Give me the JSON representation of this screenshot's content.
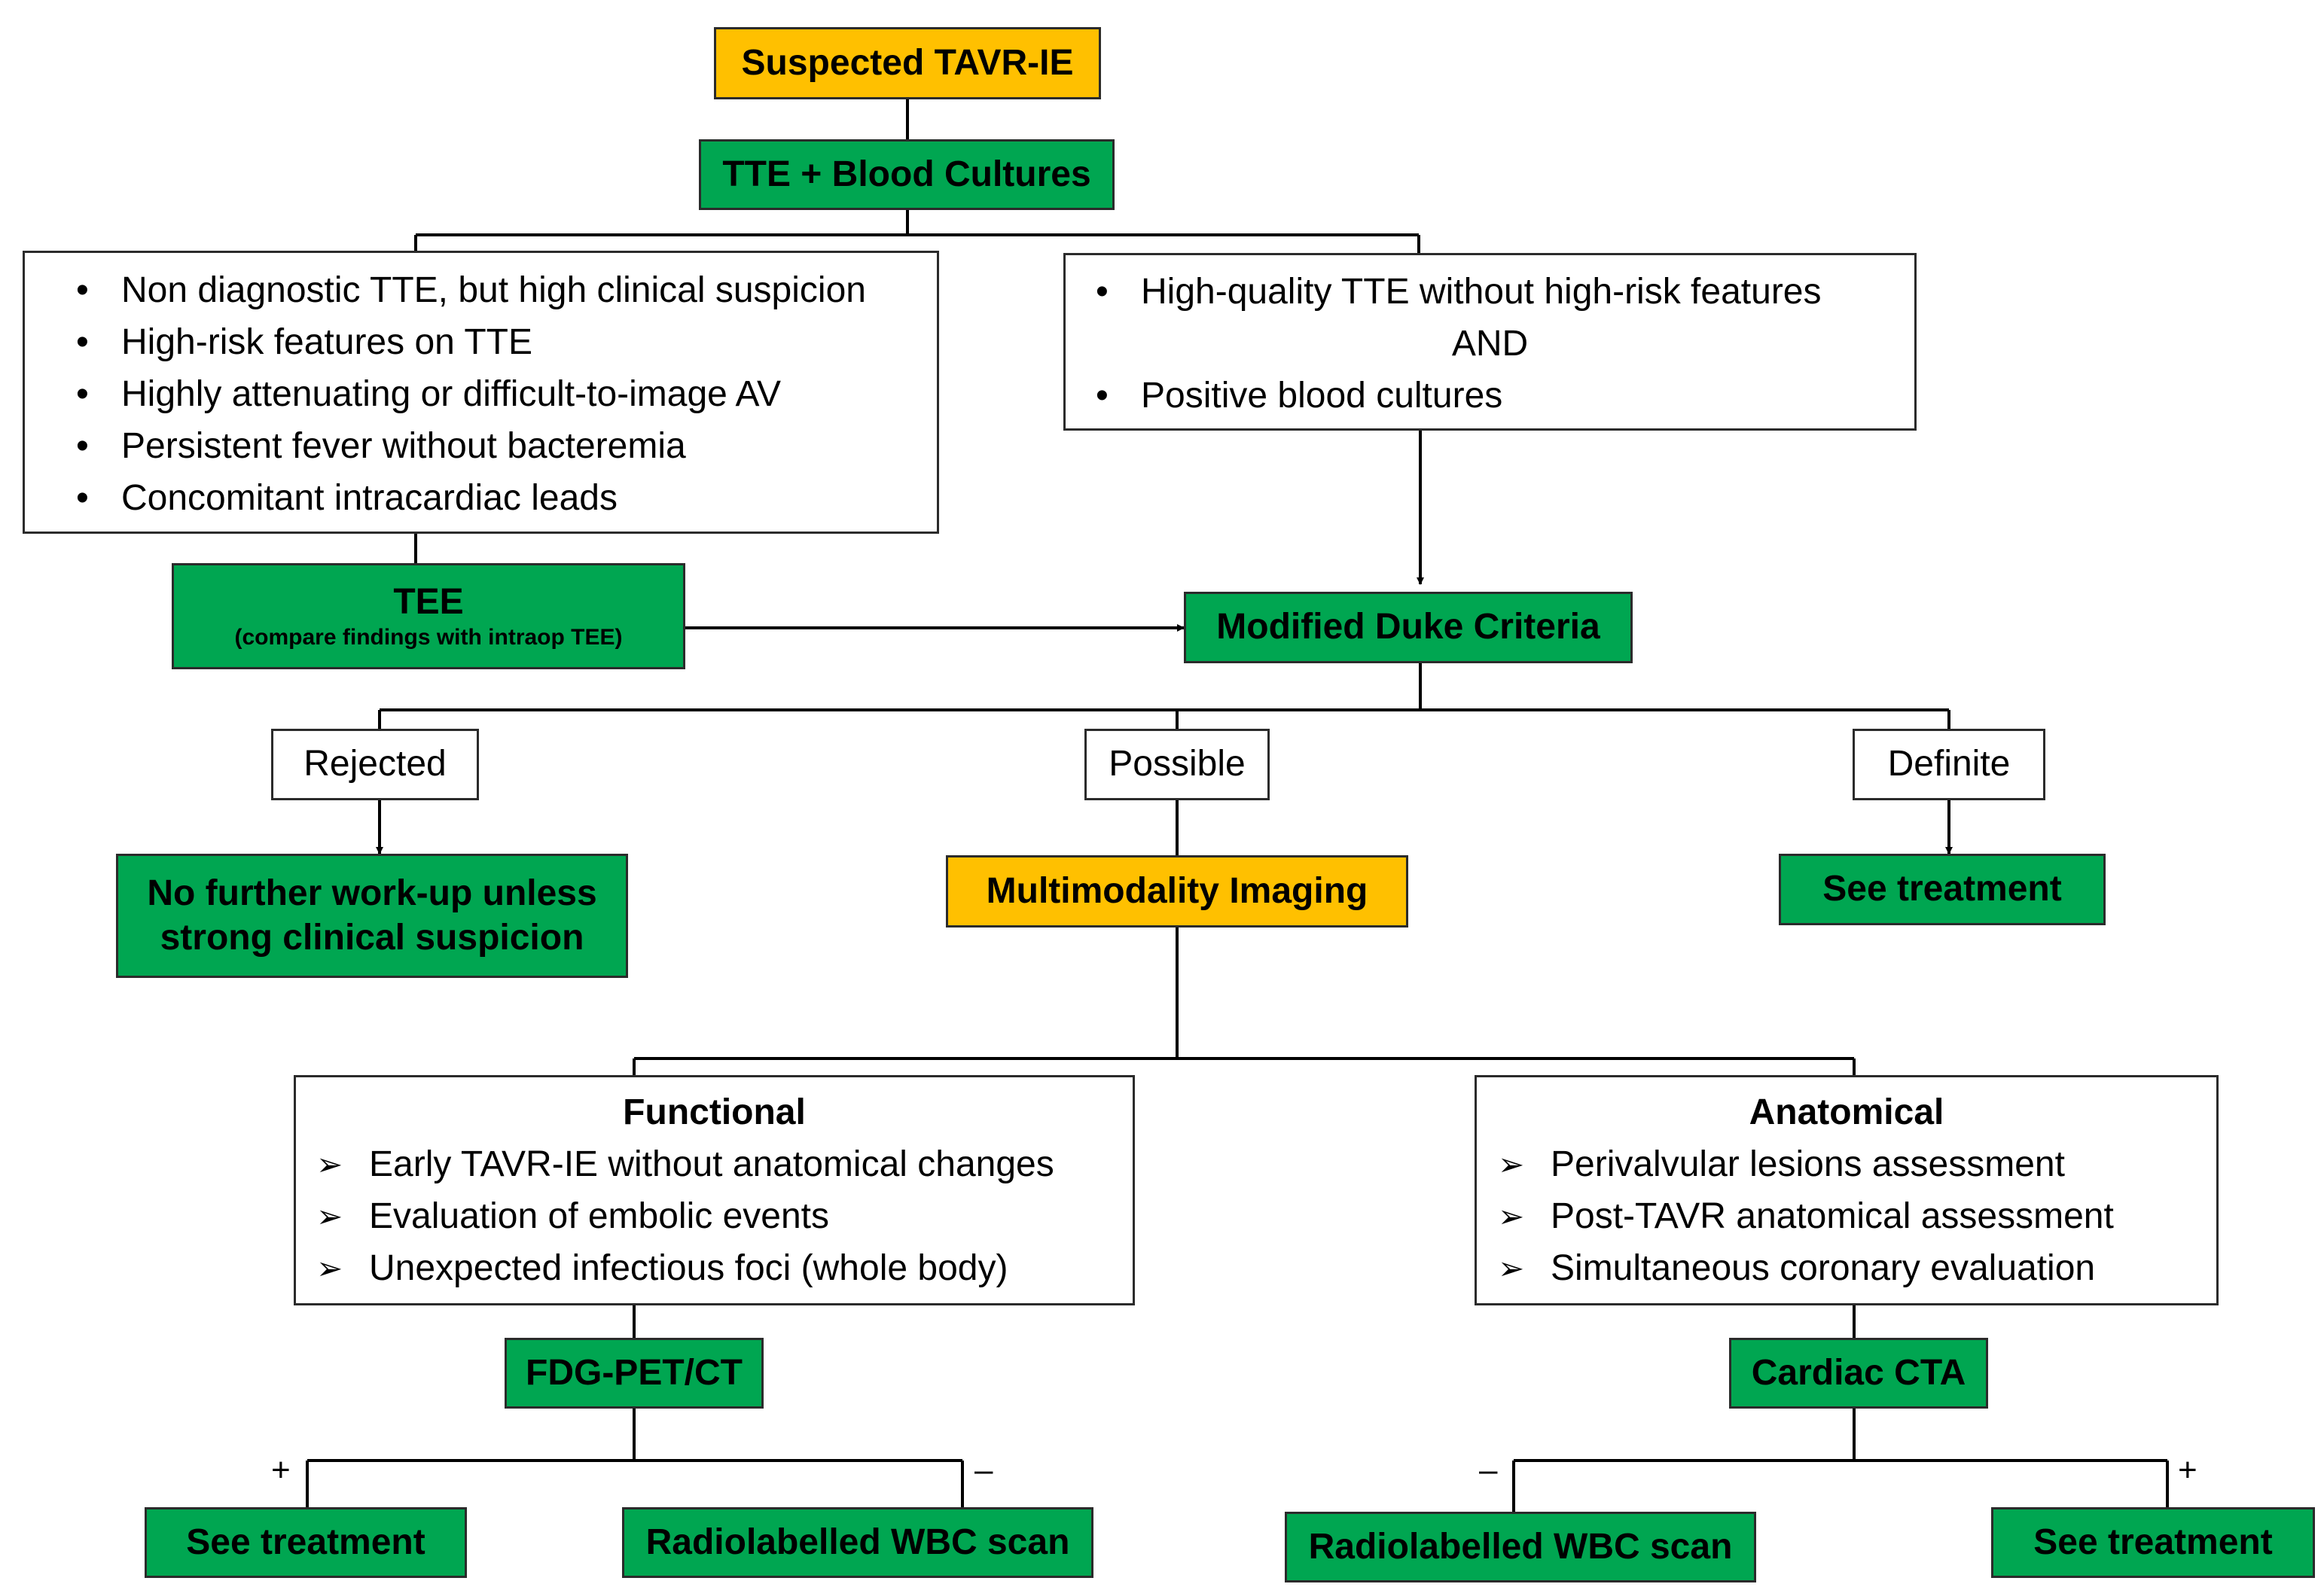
{
  "start": "Suspected TAVR-IE",
  "initial_test": "TTE + Blood Cultures",
  "left_criteria": [
    "Non diagnostic TTE, but high clinical suspicion",
    "High-risk features on TTE",
    "Highly attenuating or difficult-to-image AV",
    "Persistent fever without bacteremia",
    "Concomitant intracardiac leads"
  ],
  "right_criteria": {
    "item1": "High-quality TTE without high-risk features",
    "connector": "AND",
    "item2": "Positive blood cultures"
  },
  "tee": {
    "title": "TEE",
    "note": "(compare findings with intraop TEE)"
  },
  "duke": "Modified Duke Criteria",
  "outcomes": {
    "rejected": "Rejected",
    "possible": "Possible",
    "definite": "Definite"
  },
  "rejected_action": {
    "line1": "No further work-up unless",
    "line2": "strong clinical suspicion"
  },
  "definite_action": "See treatment",
  "multimodality": "Multimodality Imaging",
  "functional": {
    "title": "Functional",
    "items": [
      "Early TAVR-IE without anatomical changes",
      "Evaluation of embolic events",
      "Unexpected infectious foci (whole body)"
    ]
  },
  "anatomical": {
    "title": "Anatomical",
    "items": [
      "Perivalvular lesions assessment",
      "Post-TAVR anatomical assessment",
      "Simultaneous coronary evaluation"
    ]
  },
  "fdg": "FDG-PET/CT",
  "cta": "Cardiac CTA",
  "fdg_results": {
    "positive_sign": "+",
    "positive": "See treatment",
    "negative_sign": "–",
    "negative": "Radiolabelled WBC scan"
  },
  "cta_results": {
    "negative_sign": "–",
    "negative": "Radiolabelled WBC scan",
    "positive_sign": "+",
    "positive": "See treatment"
  }
}
